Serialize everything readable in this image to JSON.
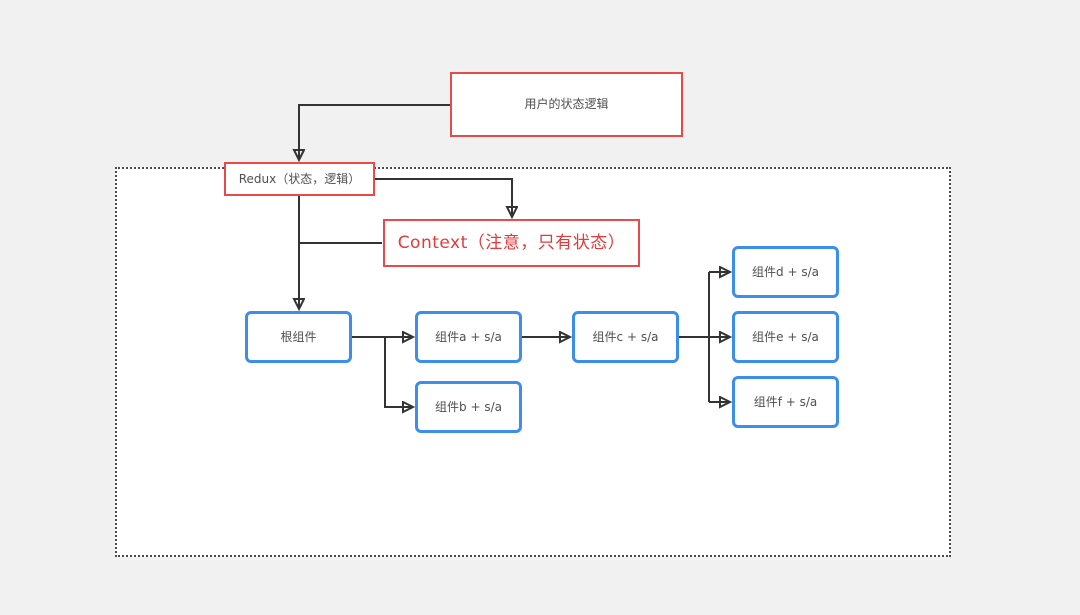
{
  "diagram": {
    "title_hint": "Redux vs Context state flow diagram",
    "colors": {
      "page_background": "#f1f1f1",
      "canvas_fill": "#ffffff",
      "dashed_border": "#4a4a4a",
      "red_border": "#e84a4a",
      "red_text": "#e03b3b",
      "blue_border": "#3d8eea",
      "node_text": "#4f4f4f",
      "arrow": "#333333"
    },
    "nodes": {
      "user_logic": {
        "label": "用户的状态逻辑"
      },
      "redux": {
        "label": "Redux（状态，逻辑）"
      },
      "context": {
        "label": "Context（注意，只有状态）"
      },
      "root": {
        "label": "根组件"
      },
      "comp_a": {
        "label": "组件a + s/a"
      },
      "comp_b": {
        "label": "组件b + s/a"
      },
      "comp_c": {
        "label": "组件c + s/a"
      },
      "comp_d": {
        "label": "组件d + s/a"
      },
      "comp_e": {
        "label": "组件e + s/a"
      },
      "comp_f": {
        "label": "组件f + s/a"
      }
    }
  }
}
